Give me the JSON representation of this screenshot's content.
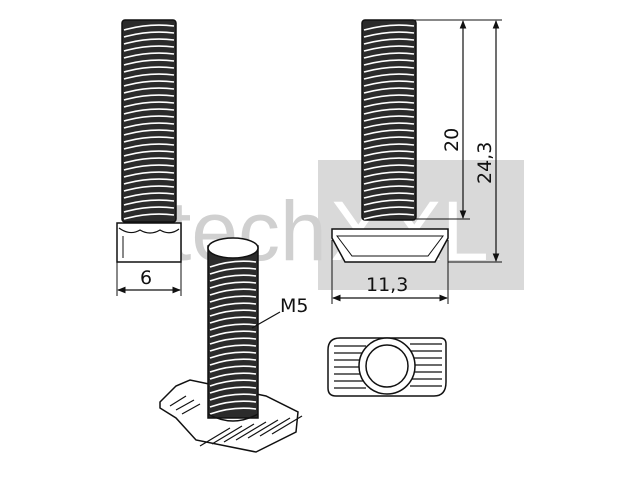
{
  "watermark": {
    "text_left": "tech",
    "text_right": "XXL",
    "box_color": "#d9d9d9",
    "text_color": "#cfcfcf",
    "right_text_color": "#ffffff"
  },
  "dimensions": {
    "width_thread_view": "6",
    "width_head_view": "11,3",
    "thread_length": "20",
    "total_length": "24,3",
    "thread_size": "M5"
  },
  "colors": {
    "line": "#111111",
    "thread_fill": "#2a2a2a"
  }
}
